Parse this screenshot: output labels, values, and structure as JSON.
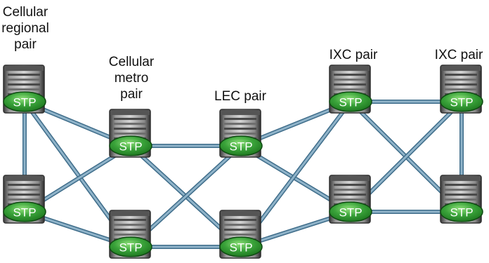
{
  "labels": {
    "cellular_regional_pair": [
      "Cellular",
      "regional",
      "pair"
    ],
    "cellular_metro_pair": [
      "Cellular",
      "metro",
      "pair"
    ],
    "lec_pair": [
      "LEC pair"
    ],
    "ixc_pair_left": [
      "IXC pair"
    ],
    "ixc_pair_right": [
      "IXC pair"
    ]
  },
  "node_label": "STP",
  "nodes": [
    {
      "id": "cr1"
    },
    {
      "id": "cr2"
    },
    {
      "id": "cm1"
    },
    {
      "id": "cm2"
    },
    {
      "id": "lec1"
    },
    {
      "id": "lec2"
    },
    {
      "id": "ixa1"
    },
    {
      "id": "ixa2"
    },
    {
      "id": "ixb1"
    },
    {
      "id": "ixb2"
    }
  ],
  "links": [
    [
      "cr1",
      "cr2"
    ],
    [
      "cr1",
      "cm1"
    ],
    [
      "cr1",
      "cm2"
    ],
    [
      "cr2",
      "cm1"
    ],
    [
      "cr2",
      "cm2"
    ],
    [
      "cm1",
      "lec1"
    ],
    [
      "cm1",
      "lec2"
    ],
    [
      "cm2",
      "lec1"
    ],
    [
      "cm2",
      "lec2"
    ],
    [
      "lec1",
      "ixa1"
    ],
    [
      "lec1",
      "ixa2"
    ],
    [
      "lec2",
      "ixa1"
    ],
    [
      "lec2",
      "ixa2"
    ],
    [
      "ixa1",
      "ixb1"
    ],
    [
      "ixa1",
      "ixb2"
    ],
    [
      "ixa2",
      "ixb1"
    ],
    [
      "ixa2",
      "ixb2"
    ],
    [
      "ixb1",
      "ixb2"
    ]
  ],
  "colors": {
    "link": "#8fb3c9",
    "link_outline": "#3f6d8a",
    "stp_fill": "#2e8f2e",
    "stp_light": "#7ccf6b",
    "stp_outline": "#0f4a12",
    "chassis_dark": "#2f2f2f",
    "chassis_light": "#bdbdbd"
  },
  "icons": {
    "node_hardware": "server-chassis-icon"
  }
}
